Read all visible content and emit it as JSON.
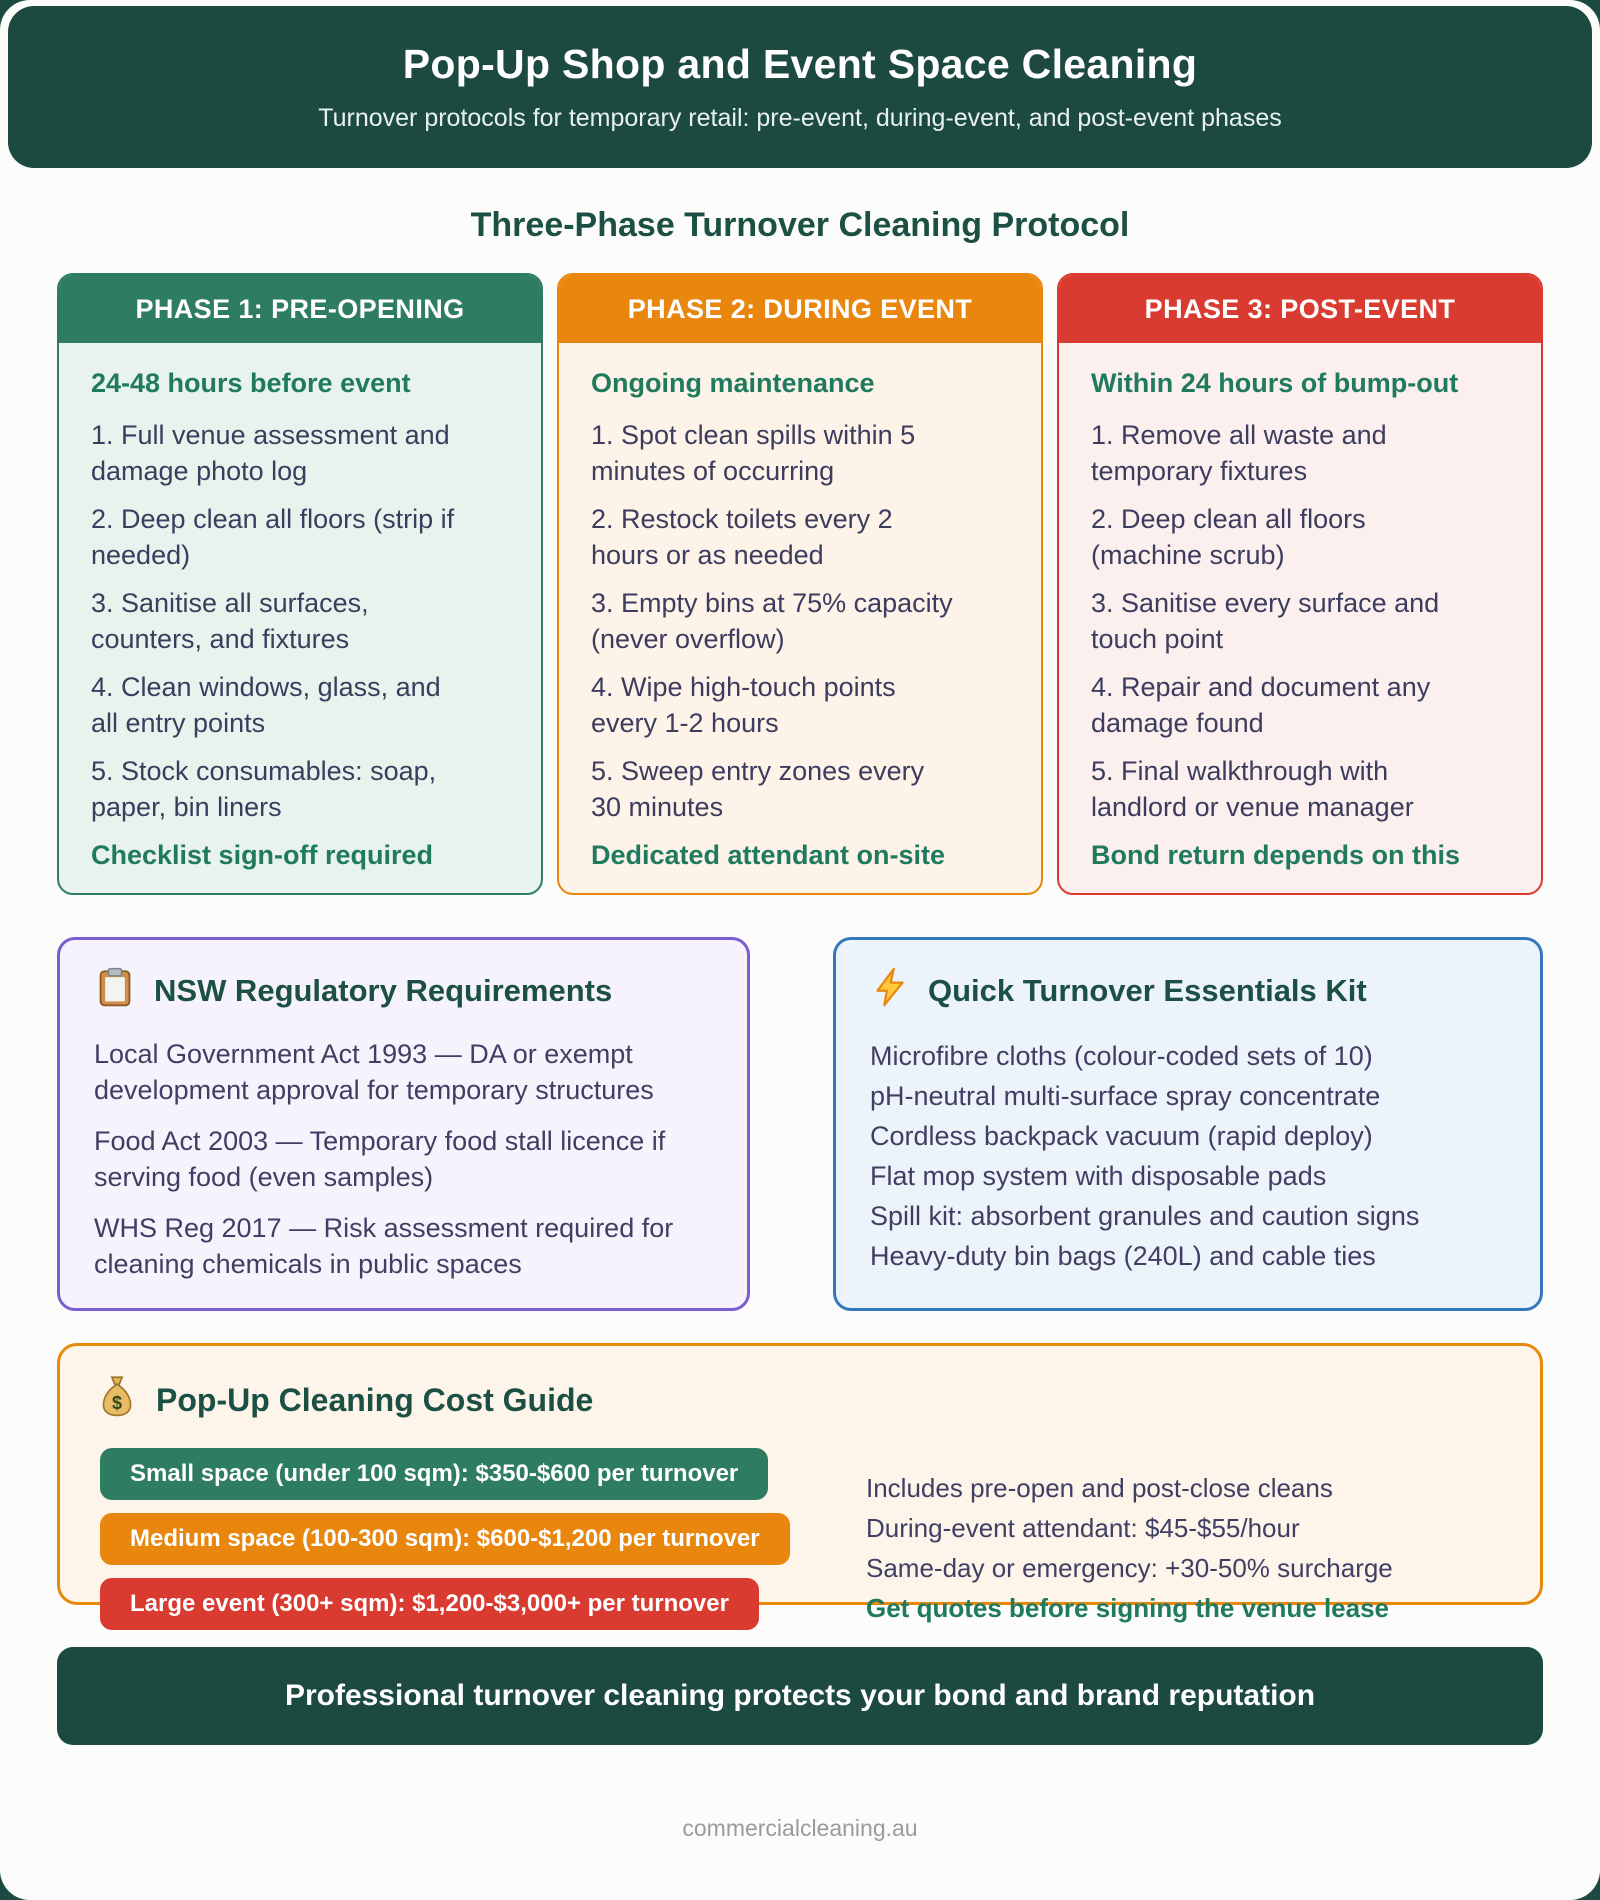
{
  "header": {
    "title": "Pop-Up Shop and Event Space Cleaning",
    "subtitle": "Turnover protocols for temporary retail: pre-event, during-event, and post-event phases"
  },
  "protocol": {
    "section_title": "Three-Phase Turnover Cleaning Protocol",
    "phases": [
      {
        "label": "PHASE 1: PRE-OPENING",
        "accent_color": "#2e7d62",
        "timing": "24-48 hours before event",
        "steps": [
          "1. Full venue assessment and damage photo log",
          "2. Deep clean all floors (strip if needed)",
          "3. Sanitise all surfaces, counters, and fixtures",
          "4. Clean windows, glass, and all entry points",
          "5. Stock consumables: soap, paper, bin liners"
        ],
        "note": "Checklist sign-off required"
      },
      {
        "label": "PHASE 2: DURING EVENT",
        "accent_color": "#e8860e",
        "timing": "Ongoing maintenance",
        "steps": [
          "1. Spot clean spills within 5 minutes of occurring",
          "2. Restock toilets every 2 hours or as needed",
          "3. Empty bins at 75% capacity (never overflow)",
          "4. Wipe high-touch points every 1-2 hours",
          "5. Sweep entry zones every 30 minutes"
        ],
        "note": "Dedicated attendant on-site"
      },
      {
        "label": "PHASE 3: POST-EVENT",
        "accent_color": "#d93b31",
        "timing": "Within 24 hours of bump-out",
        "steps": [
          "1. Remove all waste and temporary fixtures",
          "2. Deep clean all floors (machine scrub)",
          "3. Sanitise every surface and touch point",
          "4. Repair and document any damage found",
          "5. Final walkthrough with landlord or venue manager"
        ],
        "note": "Bond return depends on this"
      }
    ]
  },
  "regulatory": {
    "icon": "clipboard-icon",
    "title": "NSW Regulatory Requirements",
    "border_color": "#7b5ed2",
    "items": [
      "Local Government Act 1993 — DA or exempt development approval for temporary structures",
      "Food Act 2003 — Temporary food stall licence if serving food (even samples)",
      "WHS Reg 2017 — Risk assessment required for cleaning chemicals in public spaces"
    ]
  },
  "essentials": {
    "icon": "lightning-icon",
    "title": "Quick Turnover Essentials Kit",
    "border_color": "#3579bd",
    "items": [
      "Microfibre cloths (colour-coded sets of 10)",
      "pH-neutral multi-surface spray concentrate",
      "Cordless backpack vacuum (rapid deploy)",
      "Flat mop system with disposable pads",
      "Spill kit: absorbent granules and caution signs",
      "Heavy-duty bin bags (240L) and cable ties"
    ]
  },
  "cost_guide": {
    "icon": "money-bag-icon",
    "title": "Pop-Up Cleaning Cost Guide",
    "border_color": "#e8890e",
    "tiers": [
      {
        "label": "Small space (under 100 sqm): $350-$600 per turnover",
        "color": "#2e7d62"
      },
      {
        "label": "Medium space (100-300 sqm): $600-$1,200 per turnover",
        "color": "#e8860e"
      },
      {
        "label": "Large event (300+ sqm): $1,200-$3,000+ per turnover",
        "color": "#d93b31"
      }
    ],
    "notes": [
      "Includes pre-open and post-close cleans",
      "During-event attendant: $45-$55/hour",
      "Same-day or emergency: +30-50% surcharge"
    ],
    "highlight": "Get quotes before signing the venue lease"
  },
  "banner": {
    "text": "Professional turnover cleaning protects your bond and brand reputation"
  },
  "footer": {
    "text": "commercialcleaning.au"
  },
  "colors": {
    "header_background": "#1d4a40",
    "heading_teal": "#1d5045",
    "body_navy": "#3f3f63",
    "accent_green_text": "#1f7a5e",
    "phase_green": "#2e7d62",
    "phase_orange": "#e8860e",
    "phase_red": "#d93b31",
    "regulatory_purple": "#7b5ed2",
    "essentials_blue": "#3579bd",
    "cost_orange": "#e8890e",
    "footer_gray": "#9a9a9a"
  }
}
